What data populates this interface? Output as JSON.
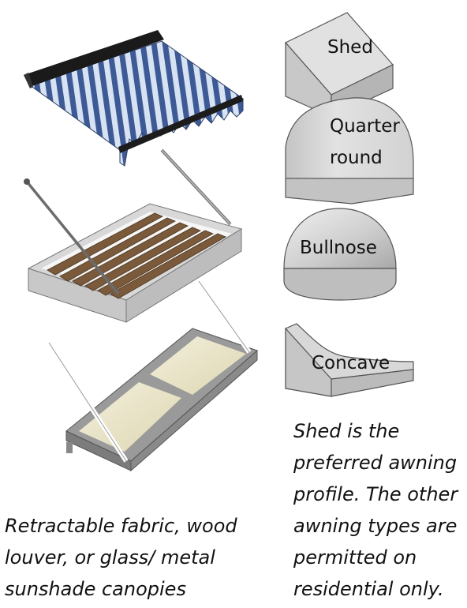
{
  "profiles": {
    "shed": "Shed",
    "quarter_round": [
      "Quarter",
      "round"
    ],
    "bullnose": "Bullnose",
    "concave": "Concave"
  },
  "caption_left": [
    "Retractable fabric, wood",
    "louver, or glass/ metal",
    "sunshade canopies"
  ],
  "caption_right": [
    "Shed is the",
    "preferred awning",
    "profile. The other",
    "awning types are",
    "permitted on",
    "residential only."
  ]
}
